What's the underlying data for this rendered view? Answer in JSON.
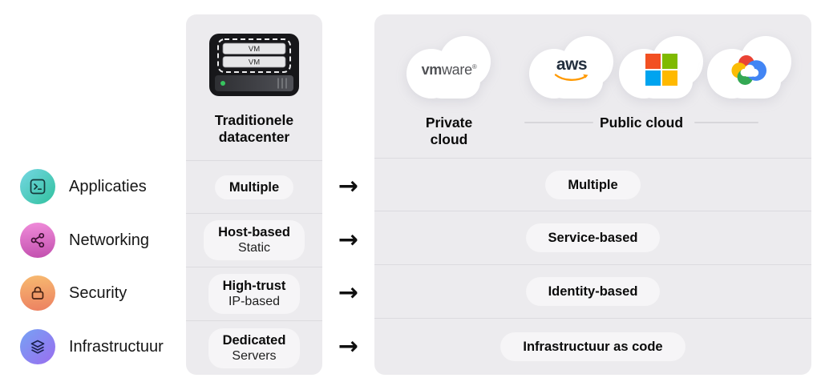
{
  "categories": [
    {
      "label": "Applicaties",
      "icon": "terminal-icon"
    },
    {
      "label": "Networking",
      "icon": "share-nodes-icon"
    },
    {
      "label": "Security",
      "icon": "lock-icon"
    },
    {
      "label": "Infrastructuur",
      "icon": "layers-icon"
    }
  ],
  "traditional": {
    "title_line1": "Traditionele",
    "title_line2": "datacenter",
    "icon": "server-vm-icon",
    "vm_labels": [
      "VM",
      "VM"
    ],
    "rows": [
      {
        "primary": "Multiple",
        "secondary": ""
      },
      {
        "primary": "Host-based",
        "secondary": "Static"
      },
      {
        "primary": "High-trust",
        "secondary": "IP-based"
      },
      {
        "primary": "Dedicated",
        "secondary": "Servers"
      }
    ]
  },
  "arrow_glyph": "→",
  "cloud_panel": {
    "providers": [
      {
        "name": "vmware",
        "wordmark_bold": "vm",
        "wordmark_rest": "ware",
        "registered": "®"
      },
      {
        "name": "aws",
        "wordmark": "aws"
      },
      {
        "name": "microsoft"
      },
      {
        "name": "google-cloud"
      }
    ],
    "group_labels": {
      "private": "Private cloud",
      "public": "Public cloud"
    },
    "rows": [
      "Multiple",
      "Service-based",
      "Identity-based",
      "Infrastructuur as code"
    ]
  },
  "colors": {
    "panel_bg": "#ECEBEE",
    "separator": "#DCDBDF",
    "aws_orange": "#FF9900",
    "aws_navy": "#232F3E",
    "ms_red": "#F25022",
    "ms_green": "#7FBA00",
    "ms_blue": "#00A4EF",
    "ms_yellow": "#FFB900",
    "g_red": "#EA4335",
    "g_yellow": "#FBBC05",
    "g_green": "#34A853",
    "g_blue": "#4285F4",
    "icon_teal_from": "#75D7E3",
    "icon_teal_to": "#31C19E",
    "icon_pink_from": "#F08CDA",
    "icon_pink_to": "#C24FAE",
    "icon_orange_from": "#F7BA70",
    "icon_orange_to": "#EC8061",
    "icon_purple_from": "#76A2F4",
    "icon_purple_to": "#9A6DEF"
  }
}
